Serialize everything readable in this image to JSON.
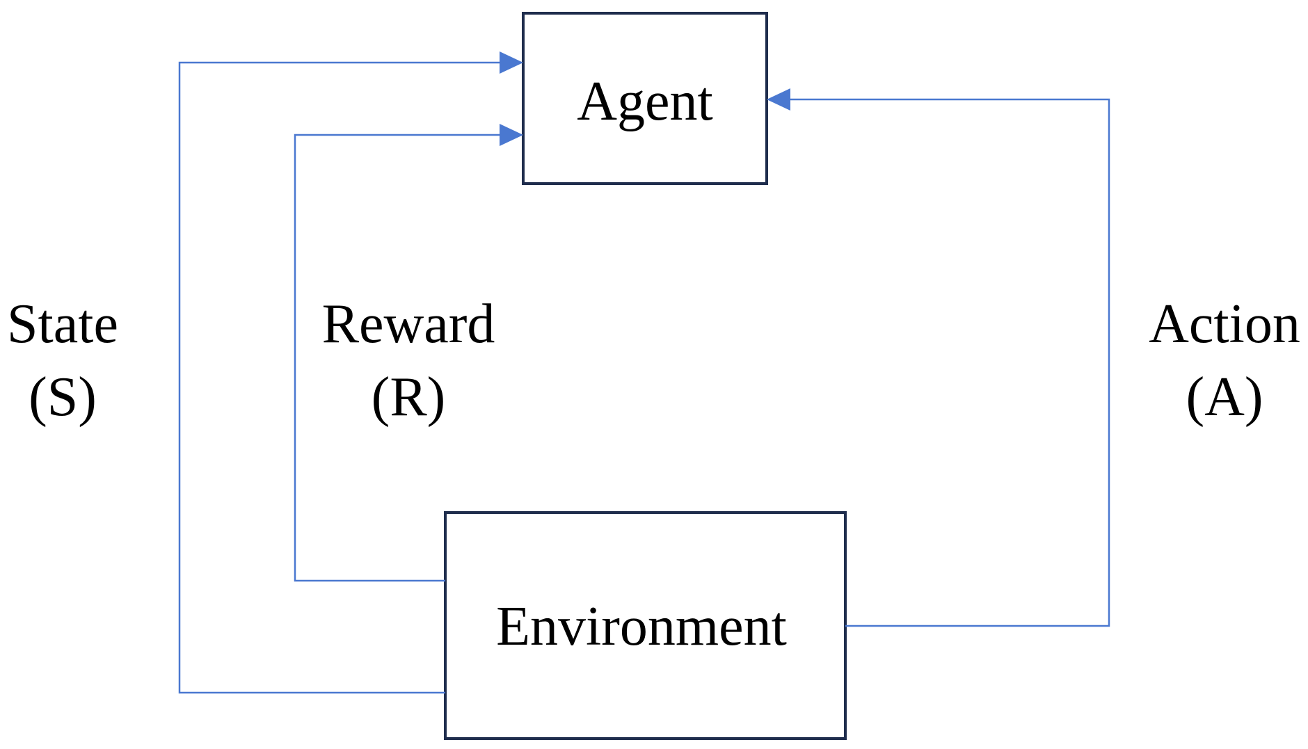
{
  "nodes": {
    "agent": {
      "label": "Agent"
    },
    "environment": {
      "label": "Environment"
    }
  },
  "edges": {
    "state": {
      "name": "State",
      "symbol": "(S)"
    },
    "reward": {
      "name": "Reward",
      "symbol": "(R)"
    },
    "action": {
      "name": "Action",
      "symbol": "(A)"
    }
  },
  "colors": {
    "box_border": "#1f2d4d",
    "connector": "#4a78d0",
    "text": "#000000"
  }
}
